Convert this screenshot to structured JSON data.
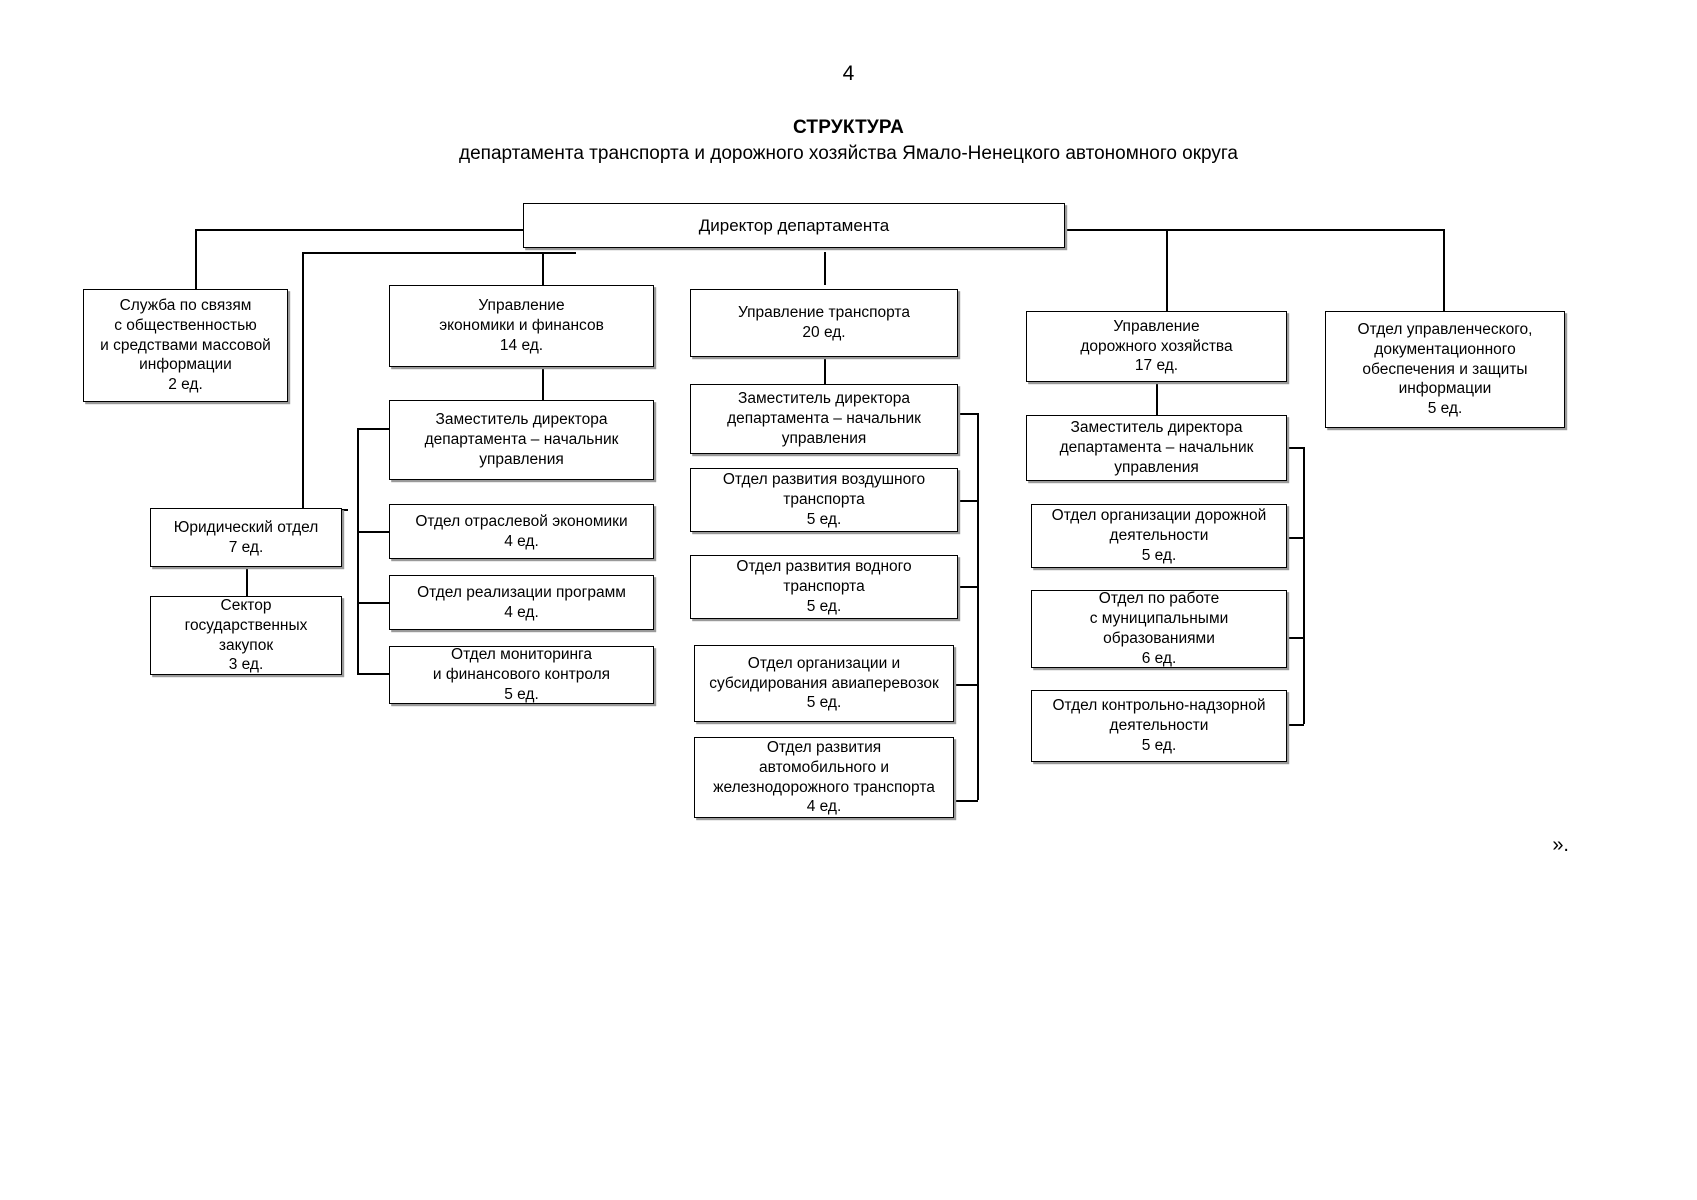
{
  "page": {
    "number": "4",
    "title": "СТРУКТУРА",
    "subtitle": "департамента транспорта и дорожного хозяйства Ямало-Ненецкого автономного округа",
    "closing_mark": "»."
  },
  "chart_data": {
    "type": "diagram",
    "title": "СТРУКТУРА департамента транспорта и дорожного хозяйства Ямало-Ненецкого автономного округа",
    "nodes": {
      "root": {
        "label": "Директор департамента"
      },
      "press_service": {
        "label": "Служба по связям\nс общественностью\nи средствами массовой\nинформации\n2 ед."
      },
      "legal_dept": {
        "label": "Юридический отдел\n7 ед."
      },
      "procurement_sector": {
        "label": "Сектор\nгосударственных\nзакупок\n3 ед."
      },
      "econ_dir": {
        "label": "Управление\nэкономики и финансов\n14 ед."
      },
      "econ_deputy": {
        "label": "Заместитель директора\nдепартамента – начальник\nуправления"
      },
      "econ_branch": {
        "label": "Отдел отраслевой экономики\n4 ед."
      },
      "econ_programs": {
        "label": "Отдел реализации программ\n4 ед."
      },
      "econ_monitoring": {
        "label": "Отдел мониторинга\nи финансового контроля\n5 ед."
      },
      "transport_dir": {
        "label": "Управление транспорта\n20 ед."
      },
      "transport_deputy": {
        "label": "Заместитель директора\nдепартамента – начальник\nуправления"
      },
      "transport_air": {
        "label": "Отдел развития воздушного\nтранспорта\n5 ед."
      },
      "transport_water": {
        "label": "Отдел развития водного\nтранспорта\n5 ед."
      },
      "transport_avia_subsidy": {
        "label": "Отдел организации и\nсубсидирования авиаперевозок\n5 ед."
      },
      "transport_road_rail": {
        "label": "Отдел развития\nавтомобильного и\nжелезнодорожного транспорта\n4 ед."
      },
      "road_dir": {
        "label": "Управление\nдорожного хозяйства\n17 ед."
      },
      "road_deputy": {
        "label": "Заместитель директора\nдепартамента – начальник\nуправления"
      },
      "road_organization": {
        "label": "Отдел организации дорожной\nдеятельности\n5 ед."
      },
      "road_municipal": {
        "label": "Отдел по работе\nс муниципальными\nобразованиями\n6 ед."
      },
      "road_control": {
        "label": "Отдел контрольно-надзорной\nдеятельности\n5 ед."
      },
      "admin_dept": {
        "label": "Отдел управленческого,\nдокументационного\nобеспечения и защиты\nинформации\n5 ед."
      }
    },
    "edges": [
      {
        "from": "root",
        "to": "press_service"
      },
      {
        "from": "root",
        "to": "legal_dept"
      },
      {
        "from": "root",
        "to": "econ_dir"
      },
      {
        "from": "root",
        "to": "transport_dir"
      },
      {
        "from": "root",
        "to": "road_dir"
      },
      {
        "from": "root",
        "to": "admin_dept"
      },
      {
        "from": "legal_dept",
        "to": "procurement_sector"
      },
      {
        "from": "econ_dir",
        "to": "econ_deputy"
      },
      {
        "from": "econ_deputy",
        "to": "econ_branch"
      },
      {
        "from": "econ_deputy",
        "to": "econ_programs"
      },
      {
        "from": "econ_deputy",
        "to": "econ_monitoring"
      },
      {
        "from": "transport_dir",
        "to": "transport_deputy"
      },
      {
        "from": "transport_deputy",
        "to": "transport_air"
      },
      {
        "from": "transport_deputy",
        "to": "transport_water"
      },
      {
        "from": "transport_deputy",
        "to": "transport_avia_subsidy"
      },
      {
        "from": "transport_deputy",
        "to": "transport_road_rail"
      },
      {
        "from": "road_dir",
        "to": "road_deputy"
      },
      {
        "from": "road_deputy",
        "to": "road_organization"
      },
      {
        "from": "road_deputy",
        "to": "road_municipal"
      },
      {
        "from": "road_deputy",
        "to": "road_control"
      }
    ],
    "colors": {
      "box_border": "#000000",
      "box_fill": "#ffffff",
      "text": "#000000",
      "shadow": "#9a9a9a"
    }
  }
}
